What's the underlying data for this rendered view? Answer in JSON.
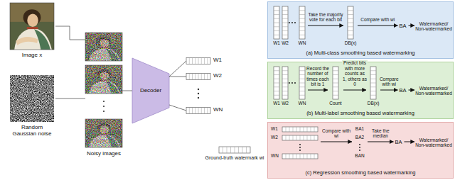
{
  "diagram": {
    "nodes": [
      {
        "text": [
          "Image x"
        ]
      },
      {
        "text": [
          "Random Gaussian noise"
        ]
      },
      {
        "text": [
          "Noisy images"
        ]
      },
      {
        "text": [
          "Decoder"
        ]
      },
      {
        "text": [
          "W1"
        ]
      },
      {
        "text": [
          "W2"
        ]
      },
      {
        "text": [
          "WN"
        ]
      },
      {
        "text": [
          "Ground-truth watermark wi"
        ]
      },
      {
        "text": [
          "(a) Multi-class smoothing based watermarking"
        ]
      },
      {
        "text": [
          "W1",
          "W2",
          "WN"
        ],
        "in": 8
      },
      {
        "text": [
          "DB(x)"
        ],
        "in": 8
      },
      {
        "text": [
          "BA"
        ],
        "in": 8
      },
      {
        "text": [
          "Watermarked/ Non-watermarked"
        ],
        "in": 8
      },
      {
        "text": [
          "(b) Multi-label smoothing based watermarking"
        ]
      },
      {
        "text": [
          "W1",
          "W2",
          "WN"
        ],
        "in": 13
      },
      {
        "text": [
          "Count"
        ],
        "in": 13
      },
      {
        "text": [
          "DB(x)"
        ],
        "in": 13
      },
      {
        "text": [
          "BA"
        ],
        "in": 13
      },
      {
        "text": [
          "Watermarked/ Non-watermarked"
        ],
        "in": 13
      },
      {
        "text": [
          "(c) Regression smoothing based watermarking"
        ]
      },
      {
        "text": [
          "W1",
          "W2",
          "WN"
        ],
        "in": 19
      },
      {
        "text": [
          "BA1",
          "BA2",
          "BAN"
        ],
        "in": 19
      },
      {
        "text": [
          "BA"
        ],
        "in": 19
      },
      {
        "text": [
          "Watermarked/ Non-watermarked"
        ],
        "in": 19
      }
    ],
    "edges": [
      {
        "from": 0,
        "to": 2,
        "arrow": "none"
      },
      {
        "from": 1,
        "to": 2,
        "arrow": "none"
      },
      {
        "from": 2,
        "to": 3,
        "arrow": "none"
      },
      {
        "from": 3,
        "to": 4,
        "arrow": "none"
      },
      {
        "from": 3,
        "to": 5,
        "arrow": "none"
      },
      {
        "from": 3,
        "to": 6,
        "arrow": "none"
      },
      {
        "from": 9,
        "to": 10,
        "label": "Take the majority vote for each bit",
        "arrow": "to"
      },
      {
        "from": 10,
        "to": 11,
        "label": "Compare with wi",
        "arrow": "to"
      },
      {
        "from": 11,
        "to": 12,
        "arrow": "to"
      },
      {
        "from": 14,
        "to": 15,
        "label": "Record the number of times each bit is 1",
        "arrow": "to"
      },
      {
        "from": 15,
        "to": 16,
        "label": "Predict bits with more counts as 1, others as 0",
        "arrow": "to"
      },
      {
        "from": 16,
        "to": 17,
        "label": "Compare with wi",
        "arrow": "to"
      },
      {
        "from": 17,
        "to": 18,
        "arrow": "to"
      },
      {
        "from": 20,
        "to": 21,
        "label": "Compare with wi",
        "arrow": "to"
      },
      {
        "from": 21,
        "to": 22,
        "label": "Take the median",
        "arrow": "to"
      },
      {
        "from": 22,
        "to": 23,
        "arrow": "to"
      }
    ]
  }
}
